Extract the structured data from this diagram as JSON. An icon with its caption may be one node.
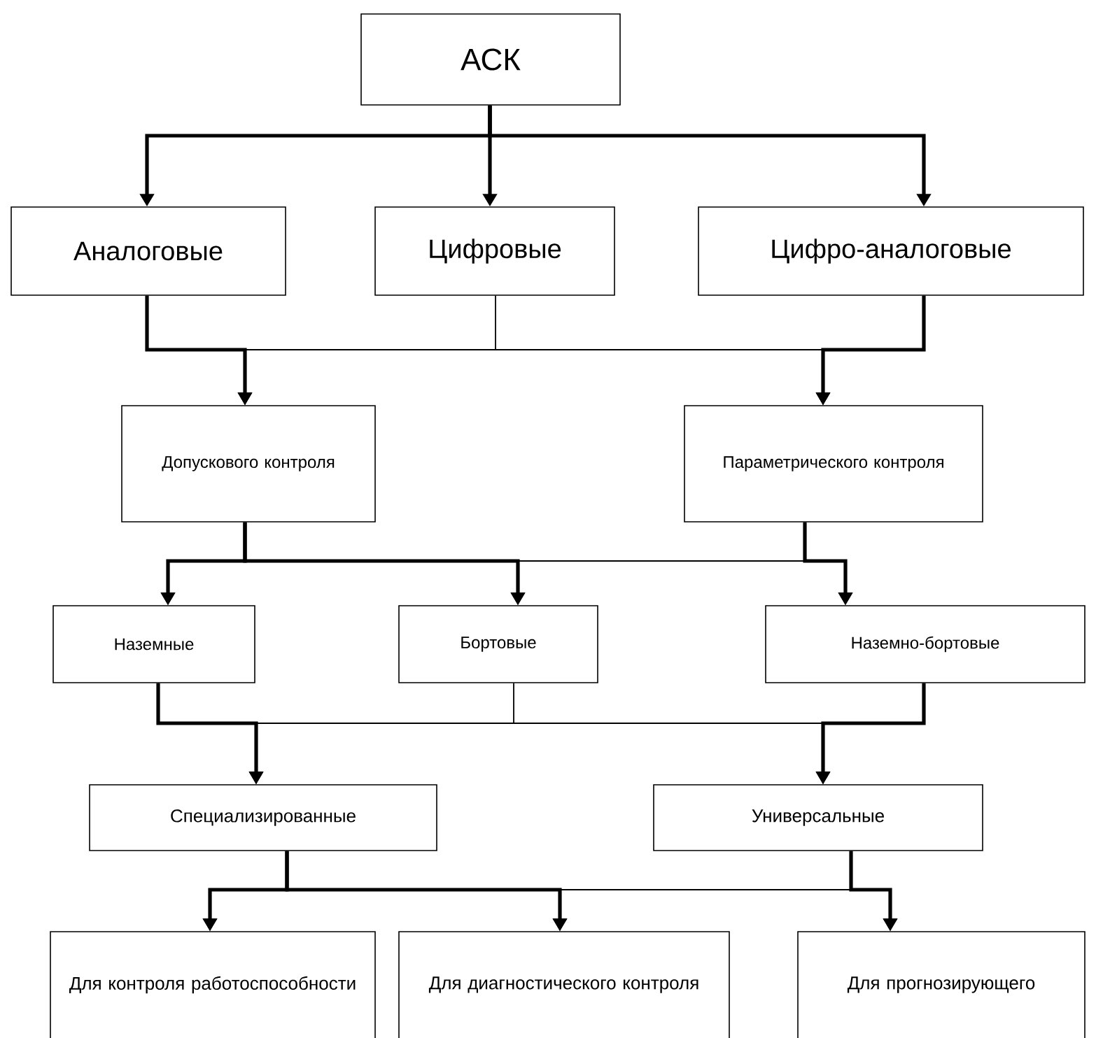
{
  "diagram": {
    "nodes": [
      {
        "text": [
          "АСК"
        ]
      },
      {
        "text": [
          "Аналоговые"
        ]
      },
      {
        "text": [
          "Цифровые"
        ]
      },
      {
        "text": [
          "Цифро-аналоговые"
        ]
      },
      {
        "text": [
          "Допускового контроля"
        ]
      },
      {
        "text": [
          "Параметрического контроля"
        ]
      },
      {
        "text": [
          "Наземные"
        ]
      },
      {
        "text": [
          "Бортовые"
        ]
      },
      {
        "text": [
          "Наземно-бортовые"
        ]
      },
      {
        "text": [
          "Специализированные"
        ]
      },
      {
        "text": [
          "Универсальные"
        ]
      },
      {
        "text": [
          "Для контроля работоспособности"
        ]
      },
      {
        "text": [
          "Для диагностического контроля"
        ]
      },
      {
        "text": [
          "Для прогнозирующего"
        ]
      }
    ],
    "edges": [
      {
        "from": 0,
        "to": 1,
        "arrow": "to",
        "style": "thick"
      },
      {
        "from": 0,
        "to": 2,
        "arrow": "to",
        "style": "thick"
      },
      {
        "from": 0,
        "to": 3,
        "arrow": "to",
        "style": "thick"
      },
      {
        "from": 1,
        "to": 4,
        "arrow": "to",
        "style": "thick"
      },
      {
        "from": 1,
        "to": 5,
        "arrow": "to"
      },
      {
        "from": 2,
        "to": 4,
        "arrow": "to"
      },
      {
        "from": 2,
        "to": 5,
        "arrow": "to"
      },
      {
        "from": 3,
        "to": 4,
        "arrow": "to"
      },
      {
        "from": 3,
        "to": 5,
        "arrow": "to",
        "style": "thick"
      },
      {
        "from": 4,
        "to": 6,
        "arrow": "to",
        "style": "thick"
      },
      {
        "from": 4,
        "to": 7,
        "arrow": "to",
        "style": "thick"
      },
      {
        "from": 4,
        "to": 8,
        "arrow": "to"
      },
      {
        "from": 5,
        "to": 6,
        "arrow": "to"
      },
      {
        "from": 5,
        "to": 7,
        "arrow": "to"
      },
      {
        "from": 5,
        "to": 8,
        "arrow": "to",
        "style": "thick"
      },
      {
        "from": 6,
        "to": 9,
        "arrow": "to",
        "style": "thick"
      },
      {
        "from": 6,
        "to": 10,
        "arrow": "to"
      },
      {
        "from": 7,
        "to": 9,
        "arrow": "to"
      },
      {
        "from": 7,
        "to": 10,
        "arrow": "to"
      },
      {
        "from": 8,
        "to": 9,
        "arrow": "to"
      },
      {
        "from": 8,
        "to": 10,
        "arrow": "to",
        "style": "thick"
      },
      {
        "from": 9,
        "to": 11,
        "arrow": "to",
        "style": "thick"
      },
      {
        "from": 9,
        "to": 12,
        "arrow": "to",
        "style": "thick"
      },
      {
        "from": 9,
        "to": 13,
        "arrow": "to"
      },
      {
        "from": 10,
        "to": 11,
        "arrow": "to"
      },
      {
        "from": 10,
        "to": 12,
        "arrow": "to"
      },
      {
        "from": 10,
        "to": 13,
        "arrow": "to",
        "style": "thick"
      }
    ]
  }
}
